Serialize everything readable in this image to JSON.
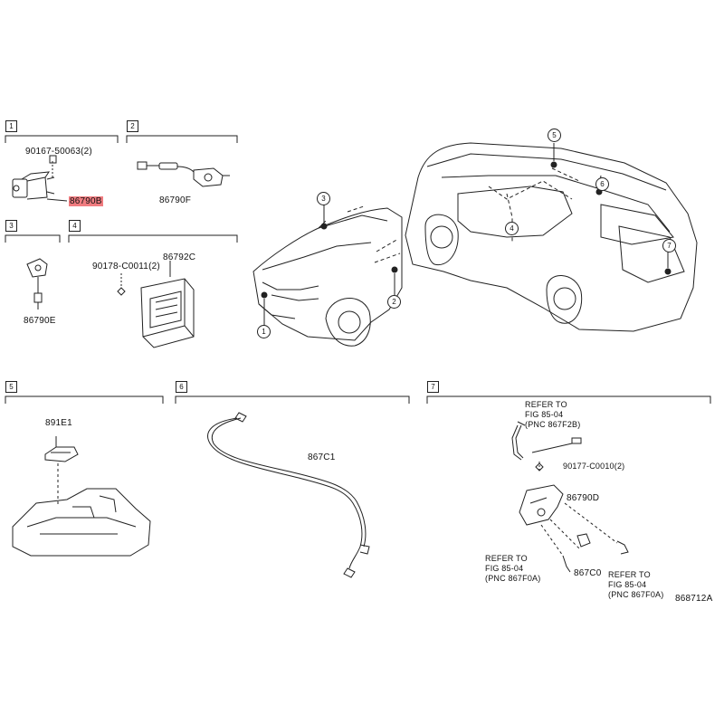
{
  "sections": {
    "s1": {
      "marker": "1",
      "part_a": "90167-50063(2)",
      "part_b": "86790B"
    },
    "s2": {
      "marker": "2",
      "part_a": "86790F"
    },
    "s3": {
      "marker": "3",
      "part_a": "86790E"
    },
    "s4": {
      "marker": "4",
      "part_a": "90178-C0011(2)",
      "part_b": "86792C"
    },
    "s5": {
      "marker": "5",
      "part_a": "891E1"
    },
    "s6": {
      "marker": "6",
      "part_a": "867C1"
    },
    "s7": {
      "marker": "7",
      "ref_top": [
        "REFER TO",
        "FIG 85-04",
        "(PNC 867F2B)"
      ],
      "part_a": "90177-C0010(2)",
      "part_b": "86790D",
      "part_c": "867C0",
      "ref_left": [
        "REFER TO",
        "FIG 85-04",
        "(PNC 867F0A)"
      ],
      "ref_right": [
        "REFER TO",
        "FIG 85-04",
        "(PNC 867F0A)"
      ]
    }
  },
  "vehicle_callouts": [
    "1",
    "2",
    "3",
    "4",
    "5",
    "6",
    "7"
  ],
  "diagram_code": "868712A",
  "highlight_color": "#f07c80"
}
